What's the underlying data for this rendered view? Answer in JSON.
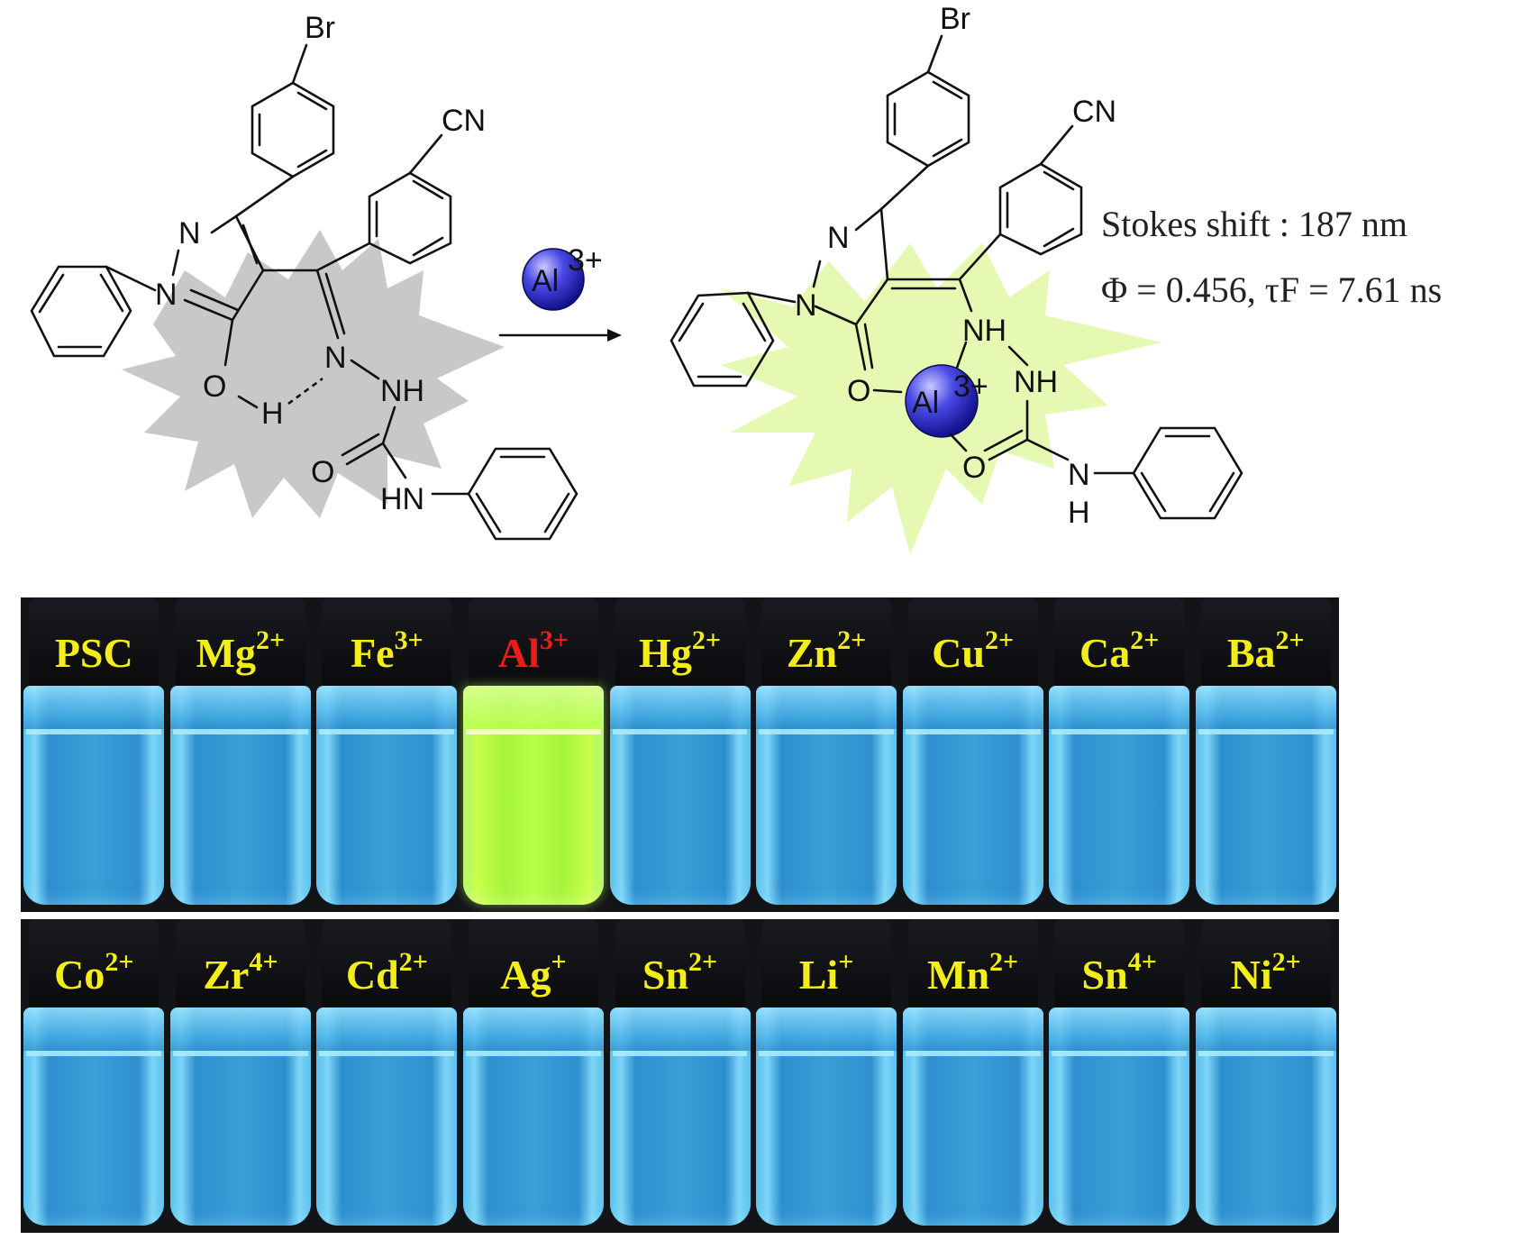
{
  "ligand": {
    "substituent_top": "Br",
    "substituent_cyano": "CN",
    "atoms": {
      "n1": "N",
      "n2": "N",
      "o": "O",
      "h": "H",
      "imine_n": "N",
      "nh1": "NH",
      "carbonyl_o": "O",
      "nh2": "HN"
    }
  },
  "complex": {
    "substituent_top": "Br",
    "substituent_cyano": "CN",
    "atoms": {
      "n1": "N",
      "n2": "N",
      "o": "O",
      "nh1": "NH",
      "nh2": "NH",
      "carbonyl_o": "O",
      "nh3": "N",
      "nh3_h": "H"
    },
    "metal": "Al",
    "metal_charge": "3+"
  },
  "reagent": {
    "metal": "Al",
    "charge": "3+"
  },
  "properties": {
    "stokes_shift": "Stokes shift : 187 nm",
    "quantum_yield_lifetime": "Φ = 0.456, τF = 7.61 ns"
  },
  "colors": {
    "ligand_glow": "#c8c8c8",
    "complex_glow": "#e6f9b3",
    "metal_ball": "#2222cc",
    "label_yellow": "#f3ee1a",
    "label_red": "#ee1b1b",
    "fluorescence_green": "#b8ff46",
    "fluorescence_blue": "#3a9fd8"
  },
  "vials_top": [
    {
      "base": "PSC",
      "charge": "",
      "highlight": false
    },
    {
      "base": "Mg",
      "charge": "2+",
      "highlight": false
    },
    {
      "base": "Fe",
      "charge": "3+",
      "highlight": false
    },
    {
      "base": "Al",
      "charge": "3+",
      "highlight": true
    },
    {
      "base": "Hg",
      "charge": "2+",
      "highlight": false
    },
    {
      "base": "Zn",
      "charge": "2+",
      "highlight": false
    },
    {
      "base": "Cu",
      "charge": "2+",
      "highlight": false
    },
    {
      "base": "Ca",
      "charge": "2+",
      "highlight": false
    },
    {
      "base": "Ba",
      "charge": "2+",
      "highlight": false
    }
  ],
  "vials_bottom": [
    {
      "base": "Co",
      "charge": "2+",
      "highlight": false
    },
    {
      "base": "Zr",
      "charge": "4+",
      "highlight": false
    },
    {
      "base": "Cd",
      "charge": "2+",
      "highlight": false
    },
    {
      "base": "Ag",
      "charge": "+",
      "highlight": false
    },
    {
      "base": "Sn",
      "charge": "2+",
      "highlight": false
    },
    {
      "base": "Li",
      "charge": "+",
      "highlight": false
    },
    {
      "base": "Mn",
      "charge": "2+",
      "highlight": false
    },
    {
      "base": "Sn",
      "charge": "4+",
      "highlight": false
    },
    {
      "base": "Ni",
      "charge": "2+",
      "highlight": false
    }
  ]
}
